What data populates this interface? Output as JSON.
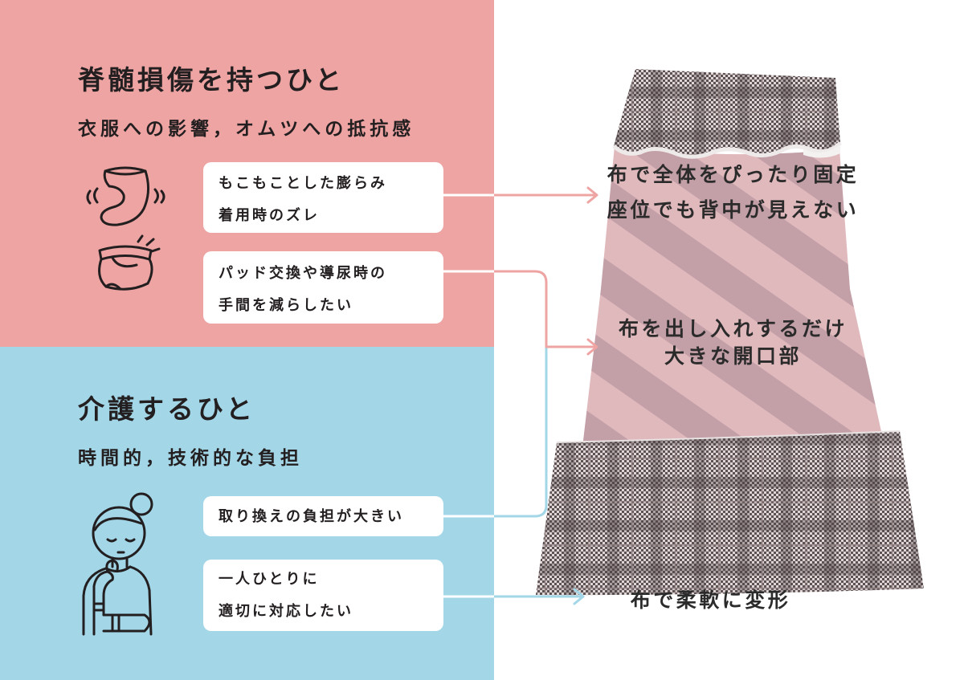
{
  "colors": {
    "pink_panel": "#eea4a3",
    "blue_panel": "#a3d7e8",
    "text": "#231f20",
    "card": "#ffffff",
    "garment_label": "#2b2b2b"
  },
  "spinal_injury": {
    "title": "脊髄損傷を持つひと",
    "subtitle": "衣服への影響，オムツへの抵抗感",
    "icons": [
      "diaper-bulge-icon",
      "diaper-pad-icon"
    ],
    "cards": [
      {
        "lines": [
          "もこもことした膨らみ",
          "着用時のズレ"
        ]
      },
      {
        "lines": [
          "パッド交換や導尿時の",
          "手間を減らしたい"
        ]
      }
    ]
  },
  "caregiver": {
    "title": "介護するひと",
    "subtitle": "時間的，技術的な負担",
    "icon": "caregiver-person-icon",
    "cards": [
      {
        "lines": [
          "取り換えの負担が大きい"
        ]
      },
      {
        "lines": [
          "一人ひとりに",
          "適切に対応したい"
        ]
      }
    ]
  },
  "garment_features": [
    {
      "lines": [
        "布で全体をぴったり固定",
        "座位でも背中が見えない"
      ]
    },
    {
      "lines": [
        "布を出し入れするだけ",
        "大きな開口部"
      ]
    },
    {
      "lines": [
        "布で柔軟に変形"
      ]
    }
  ]
}
